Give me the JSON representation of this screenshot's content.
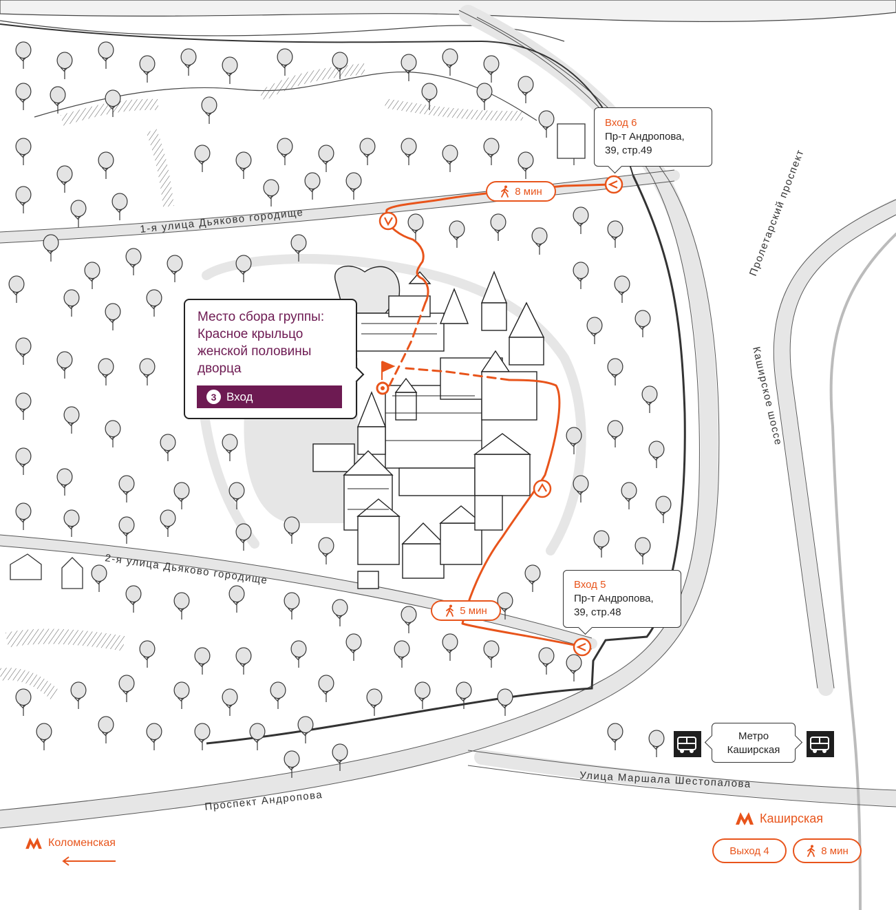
{
  "colors": {
    "route": "#e8541b",
    "gather": "#6d1a52",
    "ink": "#333333",
    "road": "#e6e6e6",
    "tree_fill": "#dcdcdc"
  },
  "streets": {
    "first_dyakovo": "1-я улица Дьяково городище",
    "second_dyakovo": "2-я улица Дьяково городище",
    "proletarsky": "Пролетарский проспект",
    "kashirskoe": "Каширское шоссе",
    "shestopalova": "Улица Маршала Шестопалова",
    "andropova": "Проспект Андропова"
  },
  "entrances": {
    "entry6": {
      "title": "Вход 6",
      "address_line1": "Пр-т Андропова,",
      "address_line2": "39, стр.49"
    },
    "entry5": {
      "title": "Вход 5",
      "address_line1": "Пр-т Андропова,",
      "address_line2": "39, стр.48"
    }
  },
  "walk_times": {
    "from_entry6": "8 мин",
    "from_entry5": "5 мин"
  },
  "meeting_point": {
    "line1": "Место сбора группы:",
    "line2": "Красное крыльцо",
    "line3": "женской половины",
    "line4": "дворца",
    "entry_number": "3",
    "entry_label": "Вход"
  },
  "bus_stop": {
    "line1": "Метро",
    "line2": "Каширская",
    "icon": "bus-icon"
  },
  "metro": {
    "kolomenskaya": {
      "name": "Коломенская",
      "icon": "metro-logo",
      "arrow": "left-arrow"
    },
    "kashirskaya": {
      "name": "Каширская",
      "icon": "metro-logo",
      "exit": "Выход 4",
      "walk": "8 мин"
    }
  }
}
